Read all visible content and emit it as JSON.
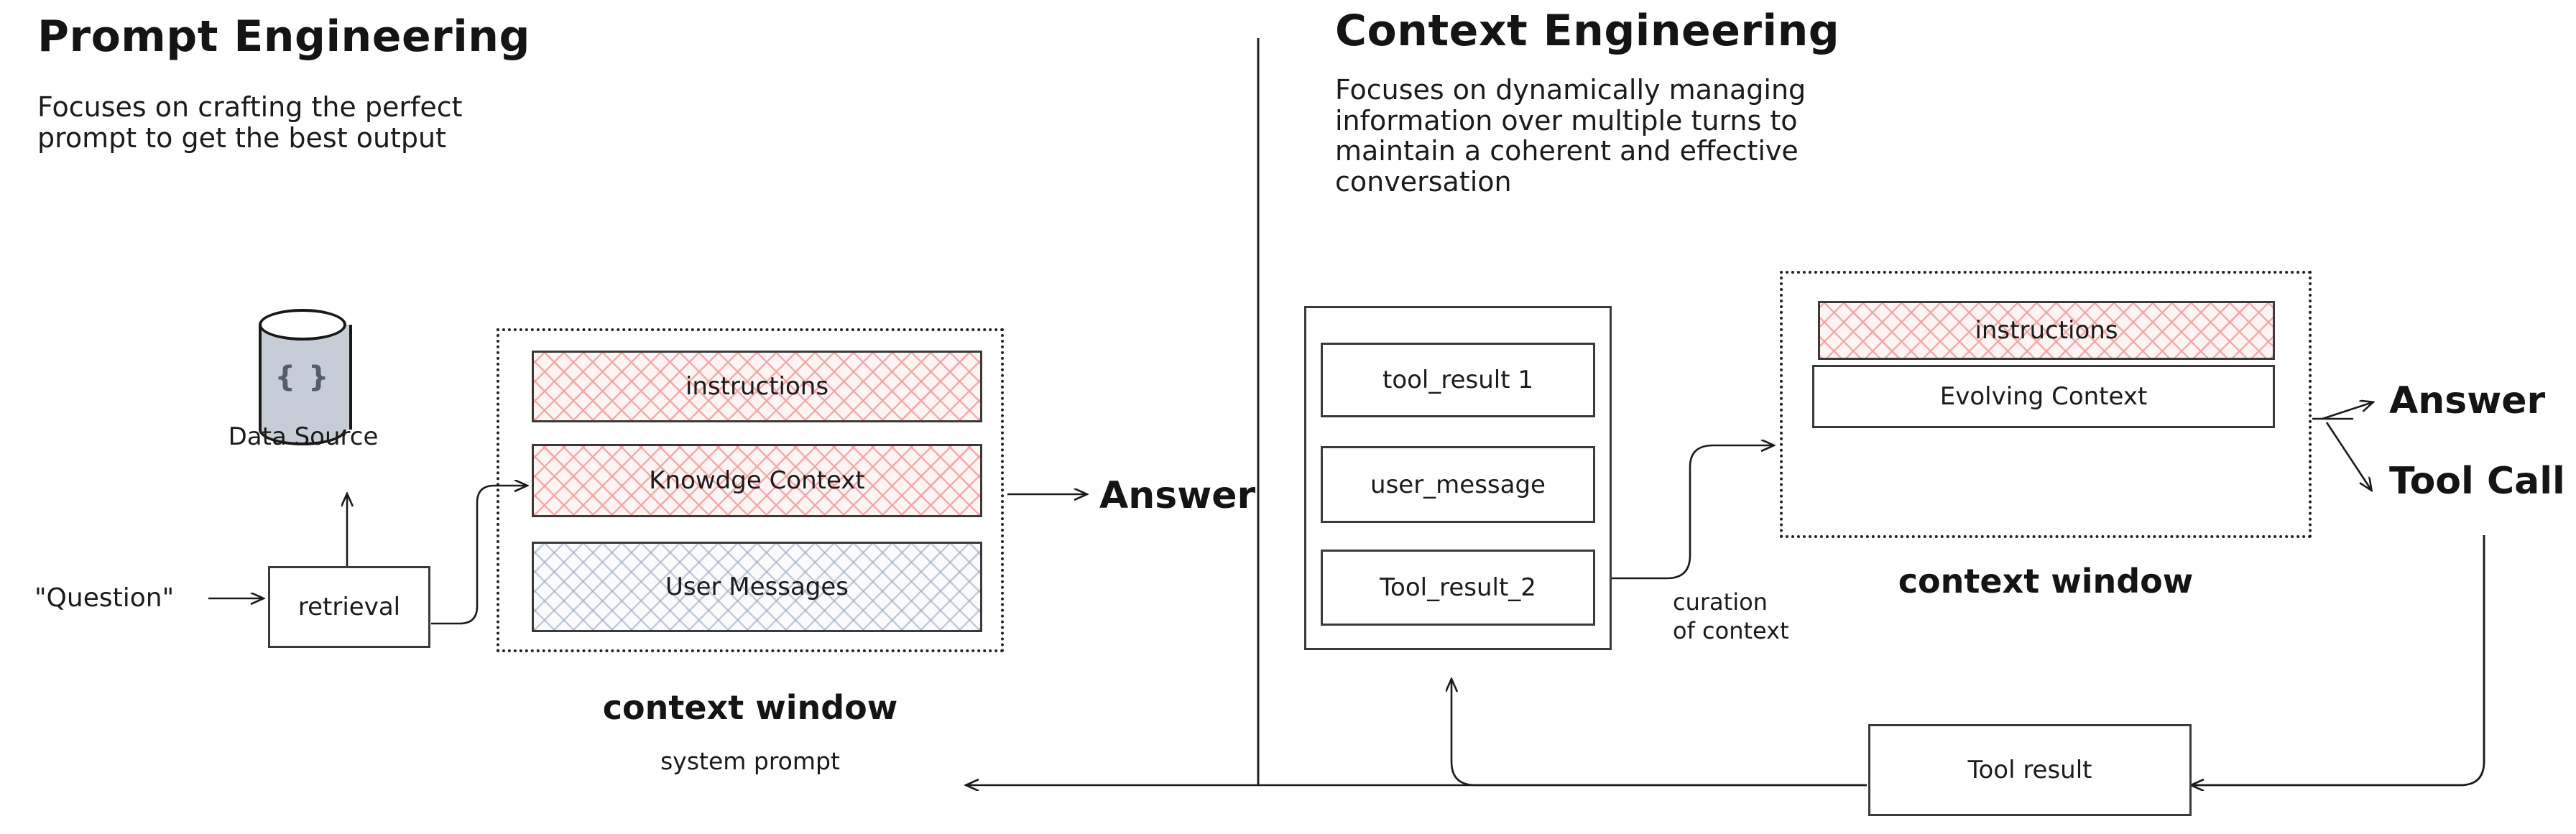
{
  "left_panel": {
    "title": "Prompt Engineering",
    "subtitle_lines": [
      "Focuses on crafting the perfect",
      "prompt to get the best output"
    ],
    "question_label": "\"Question\"",
    "retrieval_label": "retrieval",
    "data_source_label": "Data Source",
    "data_source_glyph": "{ }",
    "context_blocks": [
      {
        "label": "instructions",
        "fill": "pink"
      },
      {
        "label": "Knowdge Context",
        "fill": "pink"
      },
      {
        "label": "User Messages",
        "fill": "gray"
      }
    ],
    "context_window_label": "context window",
    "system_prompt_label": "system prompt",
    "answer_label": "Answer"
  },
  "right_panel": {
    "title": "Context Engineering",
    "subtitle_lines": [
      "Focuses on dynamically managing",
      "information over multiple turns to",
      "maintain a coherent and effective",
      "conversation"
    ],
    "turn_blocks": [
      {
        "label": "tool_result 1"
      },
      {
        "label": "user_message"
      },
      {
        "label": "Tool_result_2"
      }
    ],
    "curation_lines": [
      "curation",
      "of context"
    ],
    "context_blocks": [
      {
        "label": "instructions",
        "fill": "pink"
      },
      {
        "label": "Evolving Context",
        "fill": "white"
      }
    ],
    "context_window_label": "context window",
    "answer_label": "Answer",
    "tool_call_label": "Tool Call",
    "tool_result_label": "Tool result"
  },
  "colors": {
    "stroke": "#222222",
    "pink_hatch": "#f3a0a0",
    "pink_bg": "#fdf4f3",
    "gray_hatch": "#96a5b9",
    "cylinder_fill": "#c7cdd6",
    "text": "#1b1b1b"
  }
}
